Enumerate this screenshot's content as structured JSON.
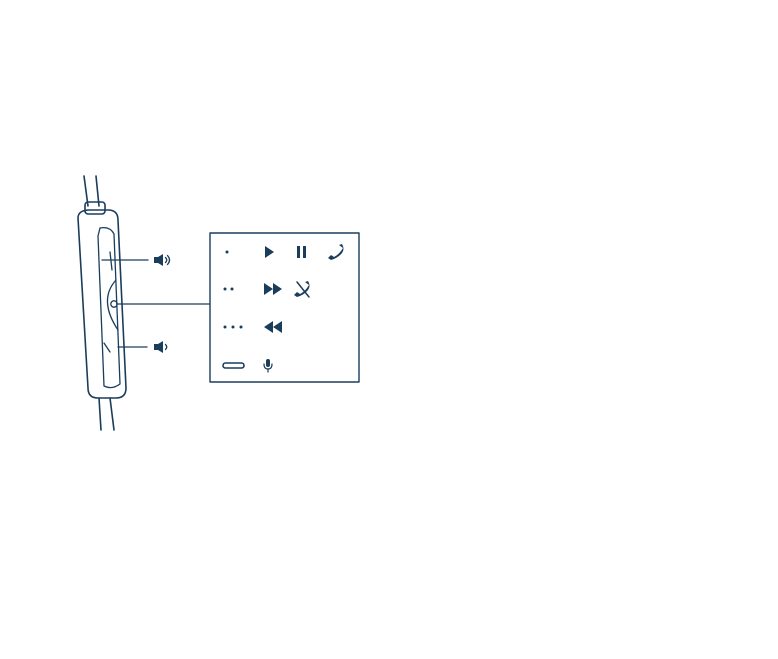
{
  "colors": {
    "line": "#1b3d5c",
    "fill": "#1b3d5c",
    "background": "#ffffff"
  },
  "remote": {
    "buttons": [
      {
        "name": "volume-up-button",
        "icon": "volume-up-icon"
      },
      {
        "name": "center-button",
        "icon": "none"
      },
      {
        "name": "volume-down-button",
        "icon": "volume-down-icon"
      }
    ]
  },
  "legend_rows": [
    {
      "press": "single-press",
      "dots": 1,
      "icons": [
        "play-icon",
        "pause-icon",
        "phone-answer-icon"
      ]
    },
    {
      "press": "double-press",
      "dots": 2,
      "icons": [
        "fast-forward-icon",
        "phone-hangup-icon"
      ]
    },
    {
      "press": "triple-press",
      "dots": 3,
      "icons": [
        "rewind-icon"
      ]
    },
    {
      "press": "long-press",
      "dots": 0,
      "icons": [
        "microphone-icon"
      ]
    }
  ]
}
